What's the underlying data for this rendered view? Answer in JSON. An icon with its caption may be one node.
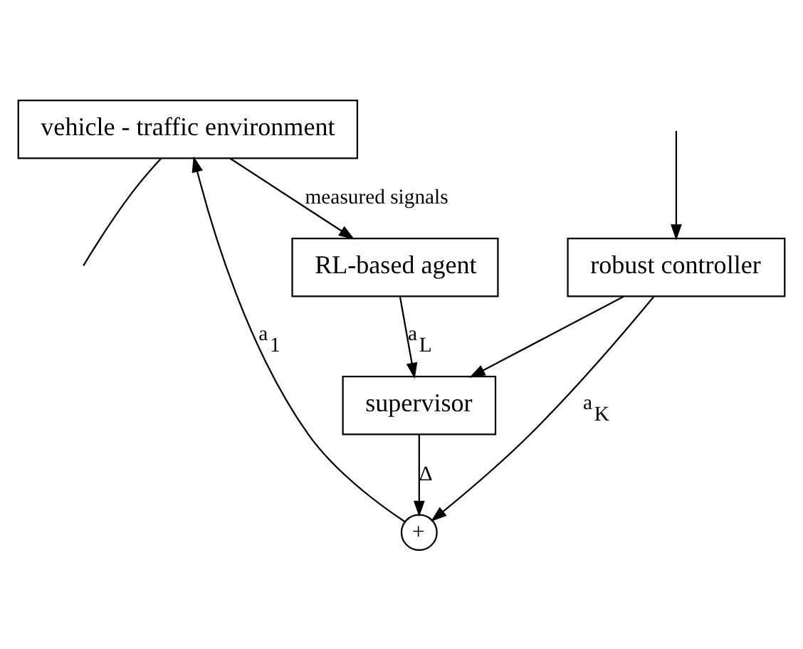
{
  "diagram": {
    "nodes": [
      {
        "text": [
          "vehicle - traffic environment"
        ]
      },
      {
        "text": [
          "RL-based agent"
        ]
      },
      {
        "text": [
          "supervisor"
        ]
      },
      {
        "text": [
          "+"
        ]
      },
      {
        "text": [
          "robust controller"
        ]
      }
    ],
    "edges": [
      {
        "from": 0,
        "to": null,
        "arrow": "none"
      },
      {
        "from": 0,
        "to": 1,
        "arrow": "to",
        "label": "measured signals"
      },
      {
        "from": 1,
        "to": 2,
        "arrow": "to",
        "label": "a$_{L}$"
      },
      {
        "from": 4,
        "to": 2,
        "arrow": "to"
      },
      {
        "from": 2,
        "to": 3,
        "arrow": "to",
        "label": "Δ"
      },
      {
        "from": 4,
        "to": 3,
        "arrow": "to",
        "label": "a$_{K}$"
      },
      {
        "from": 3,
        "to": 0,
        "arrow": "to",
        "label": "a$_{1}$"
      },
      {
        "from": null,
        "to": 4,
        "arrow": "to"
      }
    ]
  }
}
